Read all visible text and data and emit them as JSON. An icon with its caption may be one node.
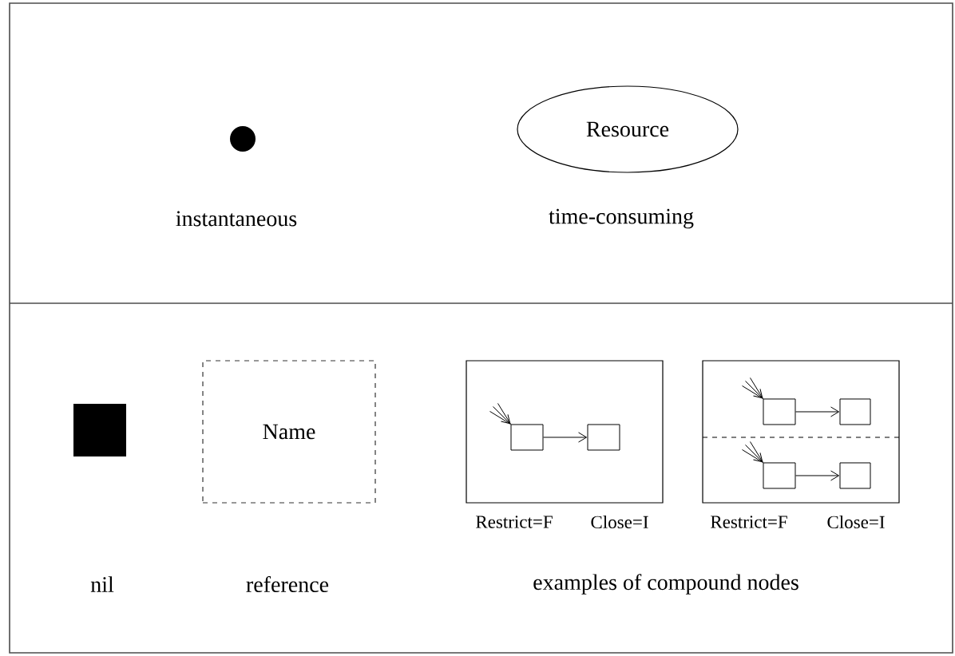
{
  "diagram": {
    "nodes": [
      {
        "text": [],
        "shape": "circle",
        "beside": [
          "instantaneous"
        ]
      },
      {
        "text": [
          "Resource"
        ],
        "beside": [
          "time-consuming"
        ]
      },
      {
        "text": [],
        "shape": "box"
      },
      {
        "text": [
          "Name"
        ],
        "beside": [
          "reference"
        ]
      },
      {
        "text": [],
        "shape": "box",
        "beside": [
          "Restrict=F",
          "Close=I"
        ]
      },
      {
        "text": [],
        "shape": "box",
        "in": 4
      },
      {
        "text": [],
        "shape": "box",
        "in": 4
      },
      {
        "text": [],
        "shape": "box",
        "beside": [
          "Restrict=F",
          "Close=I"
        ]
      },
      {
        "text": [],
        "shape": "box",
        "in": 7
      },
      {
        "text": [],
        "shape": "box",
        "in": 7
      },
      {
        "text": [],
        "shape": "box",
        "in": 7
      },
      {
        "text": [],
        "shape": "box",
        "in": 7
      }
    ],
    "edges": [
      {
        "from": null,
        "to": 5,
        "arrow": "to"
      },
      {
        "from": 5,
        "to": 6,
        "arrow": "to"
      },
      {
        "from": null,
        "to": 8,
        "arrow": "to"
      },
      {
        "from": 8,
        "to": 9,
        "arrow": "to"
      },
      {
        "from": null,
        "to": 10,
        "arrow": "to"
      },
      {
        "from": 10,
        "to": 11,
        "arrow": "to"
      }
    ],
    "labels": [
      "nil",
      "examples of compound nodes"
    ]
  }
}
